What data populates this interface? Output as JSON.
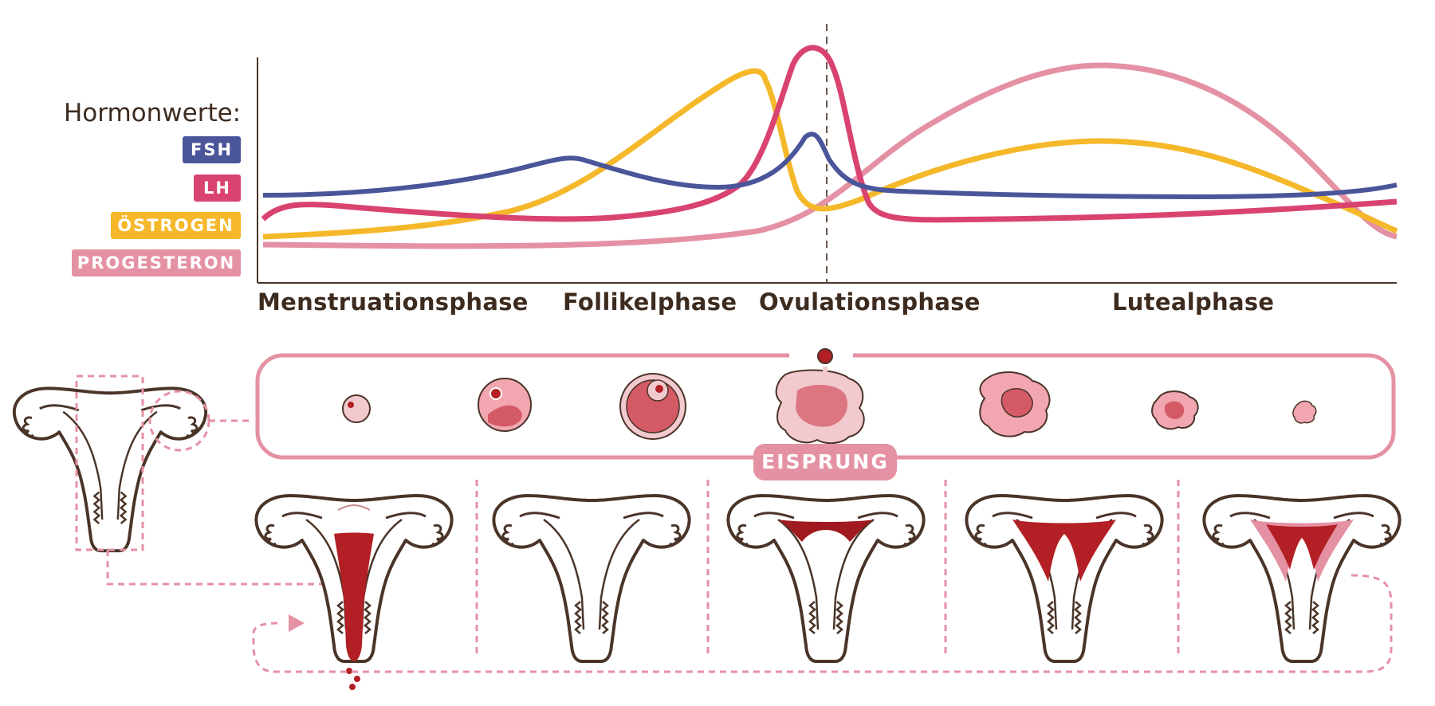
{
  "legend": {
    "title": "Hormonwerte:",
    "items": [
      {
        "label": "FSH",
        "color": "#4a559a"
      },
      {
        "label": "LH",
        "color": "#d94370"
      },
      {
        "label": "ÖSTROGEN",
        "color": "#f5b82a"
      },
      {
        "label": "PROGESTERON",
        "color": "#e591a4"
      }
    ]
  },
  "phases": [
    "Menstruationsphase",
    "Follikelphase",
    "Ovulationsphase",
    "Lutealphase"
  ],
  "ovulation_label": "EISPRUNG",
  "colors": {
    "outline": "#4a3428",
    "pink": "#e591a4",
    "light_pink": "#f2c9cf",
    "red": "#b21f24",
    "dark_red": "#a01a1f"
  }
}
